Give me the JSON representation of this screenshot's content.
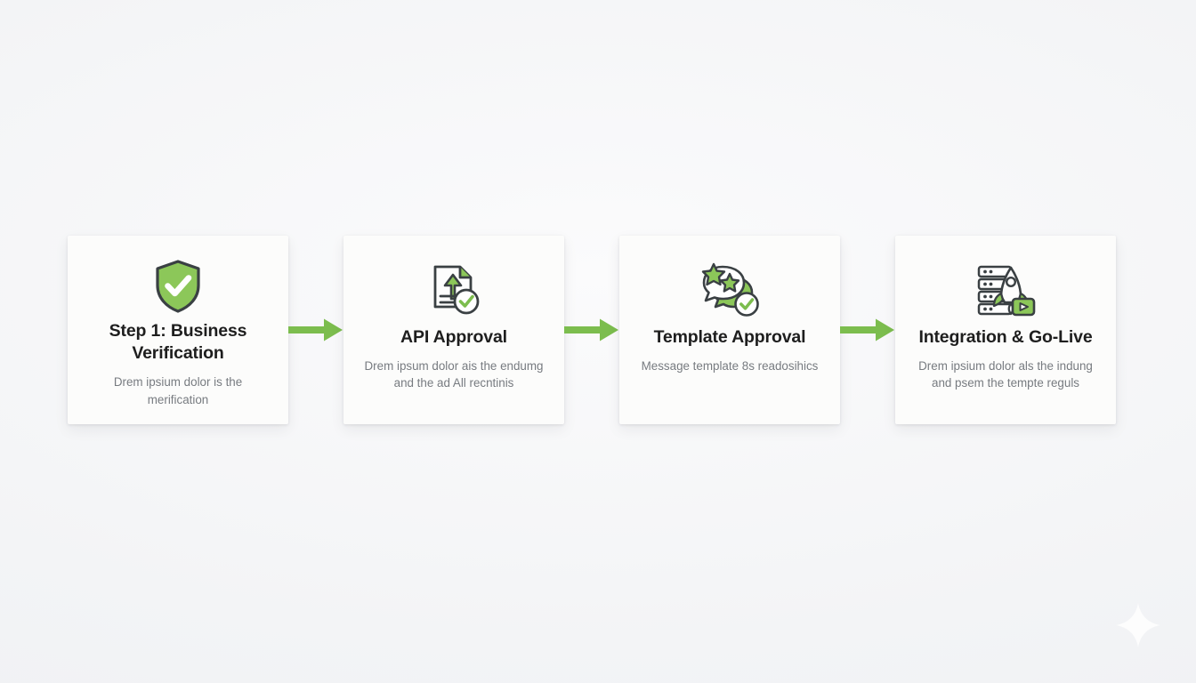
{
  "theme": {
    "background": "#f4f5f7",
    "card_background": "#fcfcfb",
    "accent_green": "#8cc759",
    "accent_green_dark": "#6faa44",
    "title_color": "#1e1e1e",
    "body_color": "#777b80",
    "icon_outline": "#3a4043"
  },
  "decoration": {
    "sparkle_name": "sparkle-icon"
  },
  "flow": {
    "steps": [
      {
        "icon": "shield-check-icon",
        "title": "Step 1: Business Verification",
        "description": "Drem ipsium dolor is the merification"
      },
      {
        "icon": "document-upload-check-icon",
        "title": "API Approval",
        "description": "Drem ipsum dolor ais the endumg and the ad All recntinis"
      },
      {
        "icon": "chat-stars-check-icon",
        "title": "Template Approval",
        "description": "Message template 8s readosihics"
      },
      {
        "icon": "server-rocket-play-icon",
        "title": "Integration & Go-Live",
        "description": "Drem ipsium dolor als the indung and psem the tempte reguls"
      }
    ],
    "connectors": [
      {
        "icon": "arrow-right-icon"
      },
      {
        "icon": "arrow-right-icon"
      },
      {
        "icon": "arrow-right-icon"
      }
    ]
  }
}
